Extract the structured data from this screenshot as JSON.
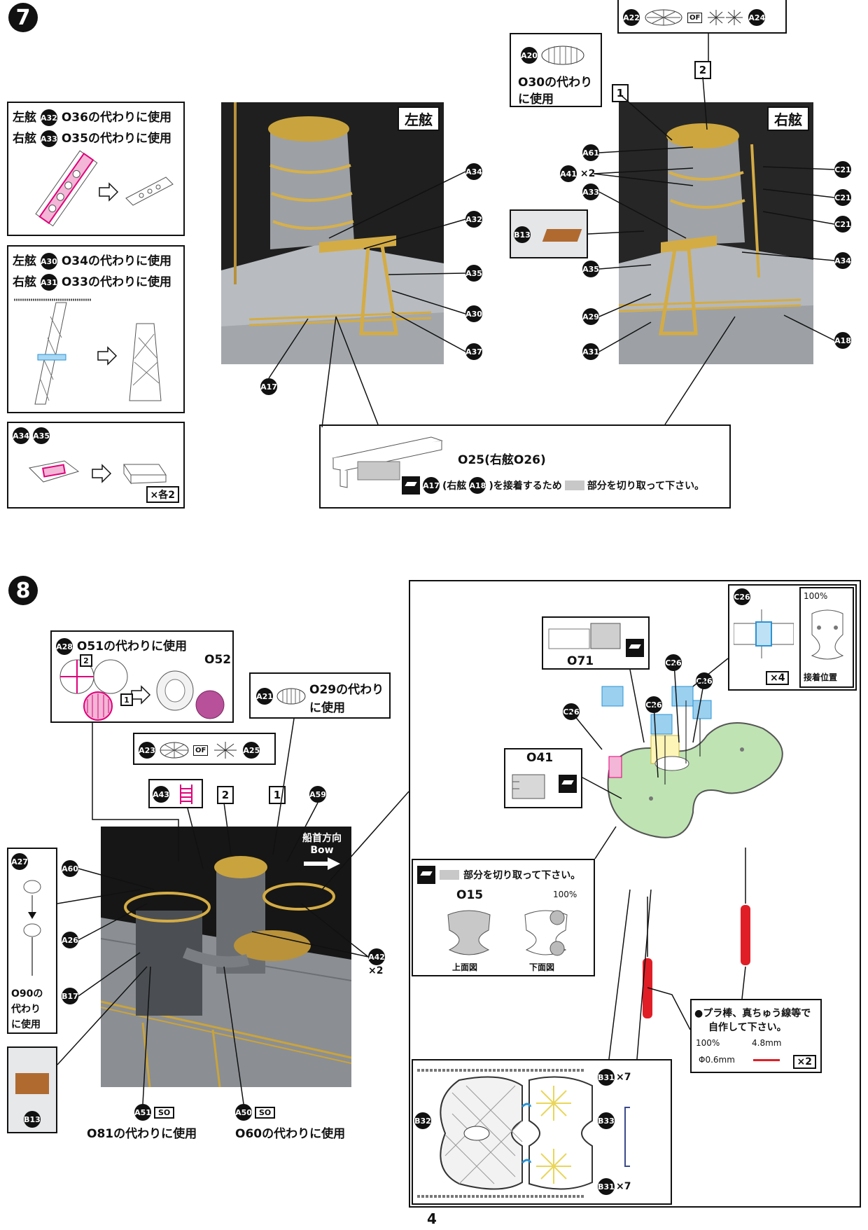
{
  "page_number": "4",
  "steps": {
    "s7": "7",
    "s8": "8"
  },
  "step7": {
    "tl_box": {
      "l1_port": "左舷",
      "l1_part": "A32",
      "l1_text": "O36の代わりに使用",
      "l2_star": "右舷",
      "l2_part": "A33",
      "l2_text": "O35の代わりに使用"
    },
    "ml_box": {
      "l1_port": "左舷",
      "l1_part": "A30",
      "l1_text": "O34の代わりに使用",
      "l2_star": "右舷",
      "l2_part": "A31",
      "l2_text": "O33の代わりに使用"
    },
    "bl_box": {
      "p1": "A34",
      "p2": "A35",
      "mult": "×各2"
    },
    "port_photo": {
      "tag": "左舷",
      "callouts": [
        "A34",
        "A32",
        "A35",
        "A30",
        "A37",
        "A17"
      ]
    },
    "star_photo": {
      "tag": "右舷",
      "callouts": [
        "A61",
        "A41",
        "A33",
        "A35",
        "A29",
        "A31",
        "C21",
        "C21",
        "C21",
        "A34",
        "A18"
      ],
      "a41_mult": "×2"
    },
    "b13_label": "B13",
    "top_box": {
      "p1": "A22",
      "p2": "A24",
      "off": "OF"
    },
    "a20_box": {
      "part": "A20",
      "text1": "O30の代わり",
      "text2": "に使用"
    },
    "num1": "1",
    "num2": "2",
    "cut_box": {
      "title": "O25(右舷O26)",
      "part1": "A17",
      "mid1": "(右舷",
      "part2": "A18",
      "mid2": ")を接着するため",
      "tail": "部分を切り取って下さい。"
    }
  },
  "step8": {
    "a28_box": {
      "part": "A28",
      "text": "O51の代わりに使用",
      "o52": "O52",
      "n1": "1",
      "n2": "2"
    },
    "a21_box": {
      "part": "A21",
      "text1": "O29の代わり",
      "text2": "に使用"
    },
    "disc_box": {
      "p1": "A23",
      "p2": "A25",
      "off": "OF"
    },
    "a43": "A43",
    "n2": "2",
    "n1": "1",
    "callouts": {
      "a59": "A59",
      "a60": "A60",
      "a26": "A26",
      "b17": "B17",
      "a42": "A42",
      "a42_mult": "×2",
      "a51": "A51",
      "a50": "A50",
      "so": "SO"
    },
    "bow": {
      "jp": "船首方向",
      "en": "Bow"
    },
    "a27_box": {
      "part": "A27",
      "t1": "O90の",
      "t2": "代わり",
      "t3": "に使用"
    },
    "b13": "B13",
    "o81": "O81の代わりに使用",
    "o60": "O60の代わりに使用",
    "right": {
      "o71": "O71",
      "o41": "O41",
      "c26": "C26",
      "c26_box": {
        "part": "C26",
        "pct": "100%",
        "mult": "×4",
        "pos": "接着位置"
      },
      "o15_box": {
        "cut": "部分を切り取って下さい。",
        "title": "O15",
        "pct": "100%",
        "top": "上面図",
        "bottom": "下面図"
      },
      "rod_box": {
        "text1": "●プラ棒、真ちゅう線等で",
        "text2": "自作して下さい。",
        "pct": "100%",
        "len": "4.8mm",
        "dia": "Φ0.6mm",
        "mult": "×2"
      },
      "grate_box": {
        "b32": "B32",
        "b33": "B33",
        "b31": "B31",
        "mult": "×7"
      }
    }
  }
}
